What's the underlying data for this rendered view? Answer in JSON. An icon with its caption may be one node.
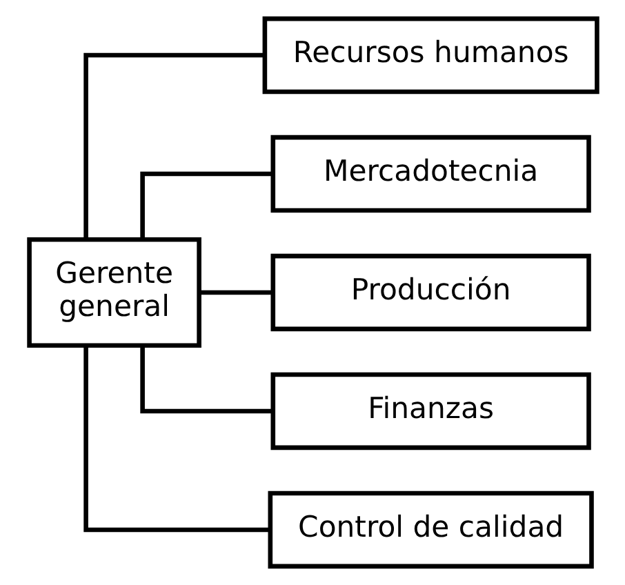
{
  "diagram": {
    "nodes": [
      {
        "text": [
          "Gerente general"
        ]
      },
      {
        "text": [
          "Recursos humanos"
        ]
      },
      {
        "text": [
          "Mercadotecnia"
        ]
      },
      {
        "text": [
          "Producción"
        ]
      },
      {
        "text": [
          "Finanzas"
        ]
      },
      {
        "text": [
          "Control de calidad"
        ]
      }
    ],
    "edges": [
      {
        "from": 0,
        "to": 1,
        "arrow": "none"
      },
      {
        "from": 0,
        "to": 2,
        "arrow": "none"
      },
      {
        "from": 0,
        "to": 3,
        "arrow": "none"
      },
      {
        "from": 0,
        "to": 4,
        "arrow": "none"
      },
      {
        "from": 0,
        "to": 5,
        "arrow": "none"
      }
    ]
  }
}
